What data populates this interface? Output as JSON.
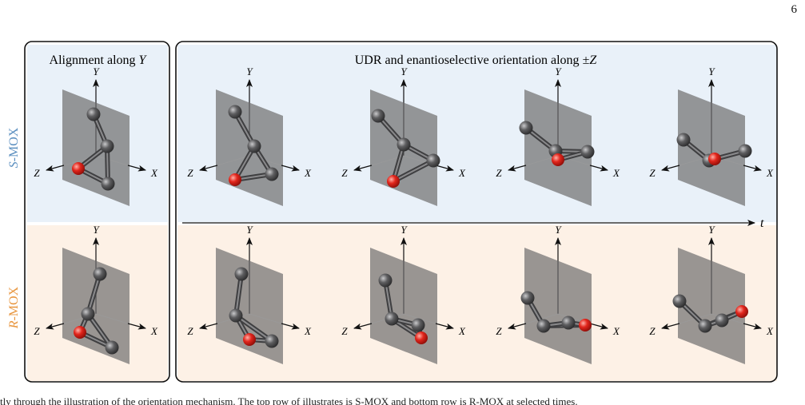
{
  "page_number": "6",
  "panels": {
    "left_title_text": "Alignment along",
    "left_title_axis": "Y",
    "right_title_text": "UDR and enantioselective orientation along",
    "right_title_pm": "±",
    "right_title_axis": "Z"
  },
  "rows": [
    {
      "italic_prefix": "S",
      "suffix": "-MOX",
      "color": "#5b8fc0"
    },
    {
      "italic_prefix": "R",
      "suffix": "-MOX",
      "color": "#e8963f"
    }
  ],
  "time_axis_label": "t",
  "axis_labels": {
    "x": "X",
    "y": "Y",
    "z": "Z"
  },
  "colors": {
    "s_background": "#e9f1f9",
    "r_background": "#fdf1e6",
    "plane": "#6e6e6e",
    "carbon": "#4d4d4f",
    "oxygen": "#e0201a",
    "frame": "#111111"
  },
  "caption_fragment": "tly through the illustration of the orientation mechanism. The top row of illustrates is S-MOX and bottom row is R-MOX at selected times."
}
